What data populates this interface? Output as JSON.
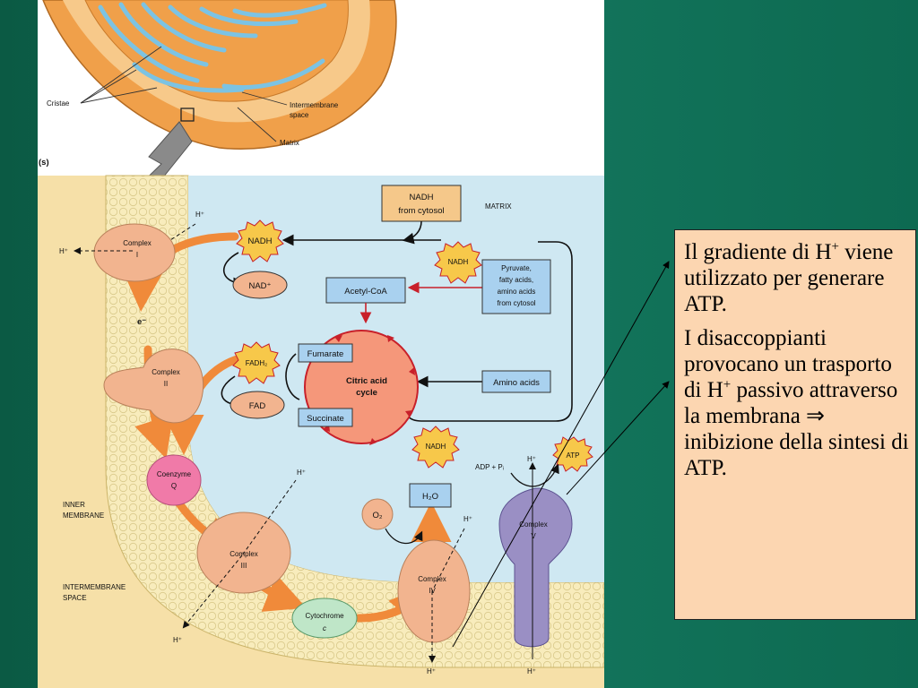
{
  "mito": {
    "cristae": "Cristae",
    "intermembrane_1": "Intermembrane",
    "intermembrane_2": "space",
    "matrix": "Matrix",
    "panel": "(s)"
  },
  "regions": {
    "matrix": "MATRIX",
    "inner_1": "INNER",
    "inner_2": "MEMBRANE",
    "ims_1": "INTERMEMBRANE",
    "ims_2": "SPACE"
  },
  "complexes": {
    "c1_a": "Complex",
    "c1_b": "I",
    "c2_a": "Complex",
    "c2_b": "II",
    "c3_a": "Complex",
    "c3_b": "III",
    "c4_a": "Complex",
    "c4_b": "IV",
    "c5_a": "Complex",
    "c5_b": "V",
    "coq_a": "Coenzyme",
    "coq_b": "Q",
    "cytc_a": "Cytochrome",
    "cytc_b": "c"
  },
  "molecules": {
    "nadh_cytosol_1": "NADH",
    "nadh_cytosol_2": "from cytosol",
    "nadh": "NADH",
    "nad_plus": "NAD⁺",
    "fadh2": "FADH₂",
    "fad": "FAD",
    "acetyl_coa": "Acetyl-CoA",
    "pyruvate_1": "Pyruvate,",
    "pyruvate_2": "fatty acids,",
    "pyruvate_3": "amino acids",
    "pyruvate_4": "from cytosol",
    "fumarate": "Fumarate",
    "succinate": "Succinate",
    "citric_1": "Citric acid",
    "citric_2": "cycle",
    "amino_acids": "Amino acids",
    "o2": "O₂",
    "h2o": "H₂O",
    "adp_pi": "ADP + Pᵢ",
    "atp": "ATP",
    "electron": "e⁻",
    "h_plus": "H⁺"
  },
  "callout": {
    "p1_a": "Il gradiente di H",
    "p1_sup": "+",
    "p1_b": " viene utilizzato per generare ATP.",
    "p2_a": "I disaccoppianti provocano un trasporto di H",
    "p2_sup": "+",
    "p2_b": " passivo attraverso la membrana ⇒ inibizione della sintesi di ATP."
  },
  "colors": {
    "matrix_bg": "#cfe8f2",
    "ims_bg": "#f6e0a8",
    "membrane": "#f8eab8",
    "complex_fill": "#f2b48f",
    "coq_fill": "#f07aa8",
    "complex5_fill": "#9a8fc4",
    "cycle_fill": "#f5977a",
    "arrow_orange": "#f08a3a",
    "box_blue": "#a9d1ef",
    "burst_yellow": "#f7c84a",
    "callout_bg": "#fcd6b1"
  }
}
